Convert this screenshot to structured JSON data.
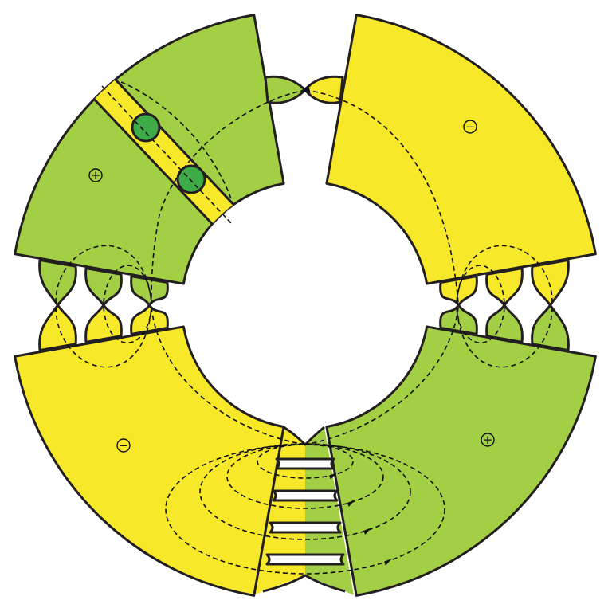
{
  "colors": {
    "positive": "#a3cf45",
    "negative": "#f7e82a",
    "domain": "#3faa48",
    "outline": "#231f20",
    "field_line": "#111111"
  },
  "pieces": [
    {
      "id": "top-left",
      "polarity": "+"
    },
    {
      "id": "top-right",
      "polarity": "−"
    },
    {
      "id": "bottom-left",
      "polarity": "−"
    },
    {
      "id": "bottom-right",
      "polarity": "+"
    }
  ]
}
